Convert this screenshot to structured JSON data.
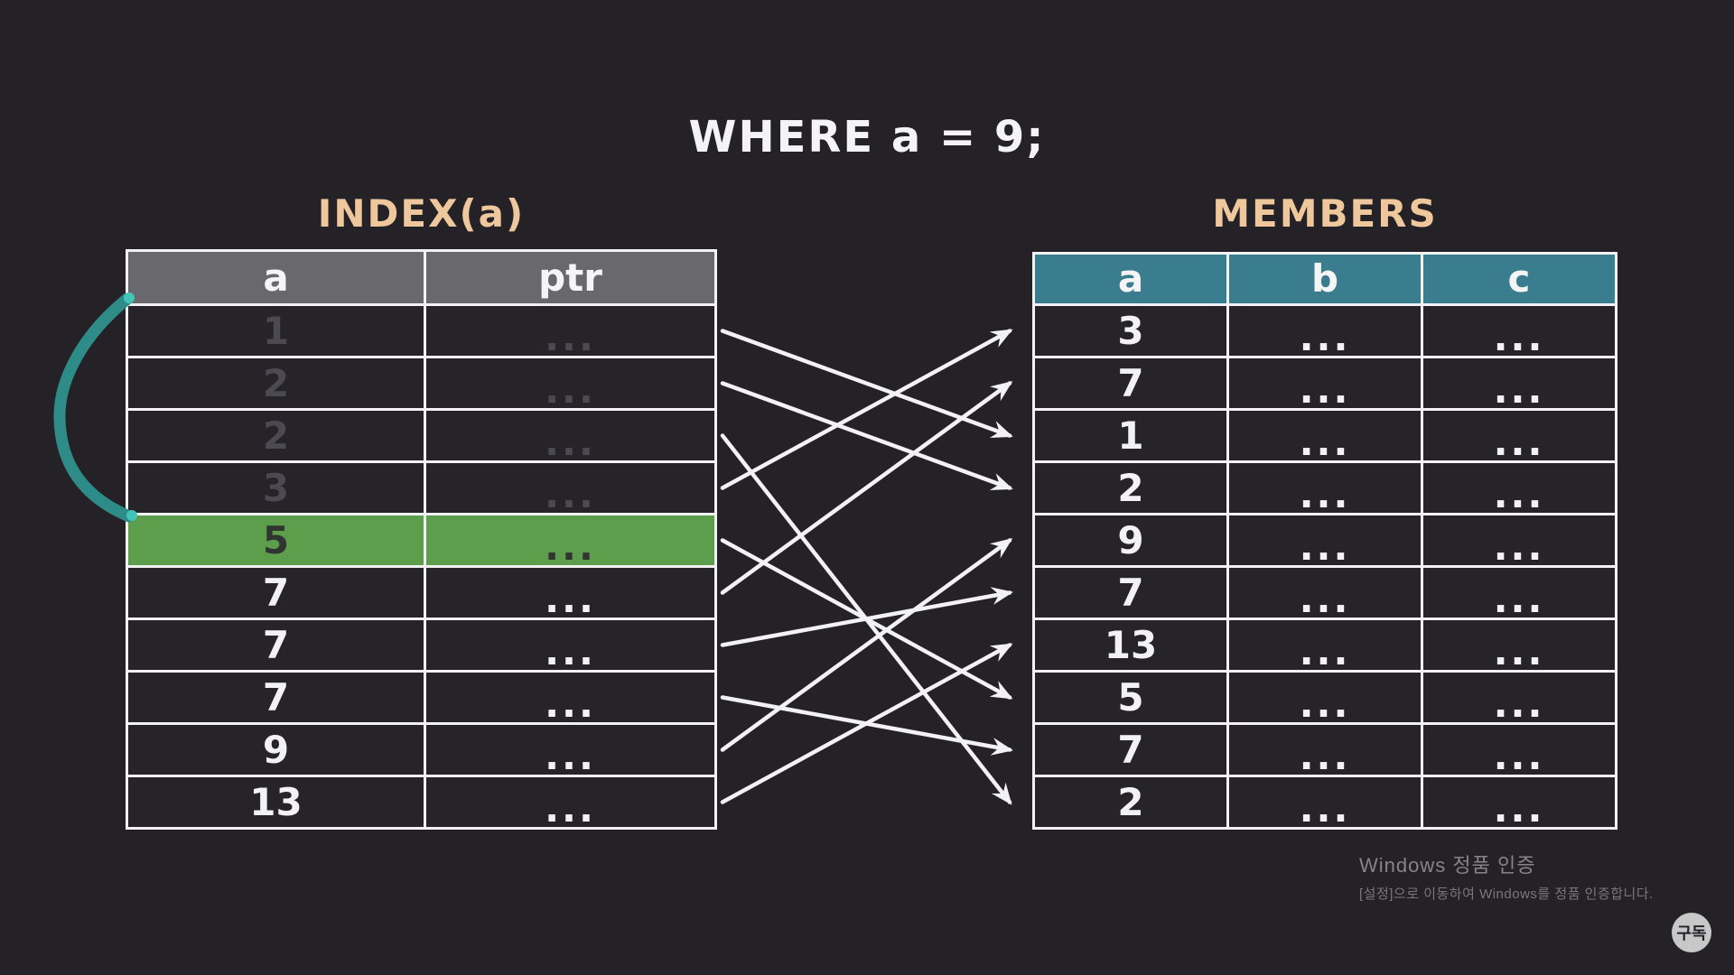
{
  "title": "WHERE a = 9;",
  "index_table": {
    "label": "INDEX(a)",
    "columns": [
      "a",
      "ptr"
    ],
    "rows": [
      {
        "a": "1",
        "ptr": "...",
        "state": "faded"
      },
      {
        "a": "2",
        "ptr": "...",
        "state": "faded"
      },
      {
        "a": "2",
        "ptr": "...",
        "state": "faded"
      },
      {
        "a": "3",
        "ptr": "...",
        "state": "faded"
      },
      {
        "a": "5",
        "ptr": "...",
        "state": "highlighted"
      },
      {
        "a": "7",
        "ptr": "...",
        "state": "normal"
      },
      {
        "a": "7",
        "ptr": "...",
        "state": "normal"
      },
      {
        "a": "7",
        "ptr": "...",
        "state": "normal"
      },
      {
        "a": "9",
        "ptr": "...",
        "state": "normal"
      },
      {
        "a": "13",
        "ptr": "...",
        "state": "normal"
      }
    ]
  },
  "members_table": {
    "label": "MEMBERS",
    "columns": [
      "a",
      "b",
      "c"
    ],
    "rows": [
      {
        "a": "3",
        "b": "...",
        "c": "..."
      },
      {
        "a": "7",
        "b": "...",
        "c": "..."
      },
      {
        "a": "1",
        "b": "...",
        "c": "..."
      },
      {
        "a": "2",
        "b": "...",
        "c": "..."
      },
      {
        "a": "9",
        "b": "...",
        "c": "..."
      },
      {
        "a": "7",
        "b": "...",
        "c": "..."
      },
      {
        "a": "13",
        "b": "...",
        "c": "..."
      },
      {
        "a": "5",
        "b": "...",
        "c": "..."
      },
      {
        "a": "7",
        "b": "...",
        "c": "..."
      },
      {
        "a": "2",
        "b": "...",
        "c": "..."
      }
    ]
  },
  "arrows": [
    {
      "from_index_row": 1,
      "to_members_row": 3
    },
    {
      "from_index_row": 2,
      "to_members_row": 4
    },
    {
      "from_index_row": 3,
      "to_members_row": 10
    },
    {
      "from_index_row": 4,
      "to_members_row": 1
    },
    {
      "from_index_row": 5,
      "to_members_row": 8
    },
    {
      "from_index_row": 6,
      "to_members_row": 2
    },
    {
      "from_index_row": 7,
      "to_members_row": 6
    },
    {
      "from_index_row": 8,
      "to_members_row": 9
    },
    {
      "from_index_row": 9,
      "to_members_row": 5
    },
    {
      "from_index_row": 10,
      "to_members_row": 7
    }
  ],
  "watermark": {
    "line1": "Windows 정품 인증",
    "line2": "[설정]으로 이동하여 Windows를 정품 인증합니다."
  },
  "subscribe_badge": {
    "label": "구독"
  },
  "colors": {
    "background": "#242227",
    "cell_background": "#262429",
    "index_header": "#69686d",
    "members_header": "#3a7d8e",
    "highlight_green": "#5c9e4b",
    "faded_text": "#4b4a52",
    "text_white": "#f2f1f3",
    "label_peach": "#eec79d",
    "pen_stroke_teal": "#2e8c88",
    "pen_tip_cyan": "#43c4b9"
  }
}
